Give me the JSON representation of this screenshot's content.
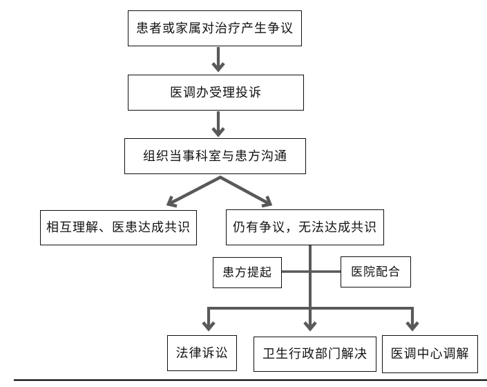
{
  "diagram": {
    "type": "flowchart",
    "nodes": {
      "n1": {
        "label": "患者或家属对治疗产生争议"
      },
      "n2": {
        "label": "医调办受理投诉"
      },
      "n3": {
        "label": "组织当事科室与患方沟通"
      },
      "n4": {
        "label": "相互理解、医患达成共识"
      },
      "n5": {
        "label": "仍有争议，无法达成共识"
      },
      "n6": {
        "label": "患方提起"
      },
      "n7": {
        "label": "医院配合"
      },
      "n8": {
        "label": "法律诉讼"
      },
      "n9": {
        "label": "卫生行政部门解决"
      },
      "n10": {
        "label": "医调中心调解"
      }
    },
    "edges": [
      {
        "from": "n1",
        "to": "n2",
        "style": "arrow"
      },
      {
        "from": "n2",
        "to": "n3",
        "style": "arrow"
      },
      {
        "from": "n3",
        "to": "n4",
        "style": "diagonal-arrow"
      },
      {
        "from": "n3",
        "to": "n5",
        "style": "diagonal-arrow"
      },
      {
        "from": "n5",
        "to": "junction",
        "style": "line"
      },
      {
        "from": "n6",
        "to": "junction",
        "style": "line"
      },
      {
        "from": "n7",
        "to": "junction",
        "style": "line"
      },
      {
        "from": "junction",
        "to": "n8",
        "style": "arrow"
      },
      {
        "from": "junction",
        "to": "n9",
        "style": "arrow"
      },
      {
        "from": "junction",
        "to": "n10",
        "style": "arrow"
      }
    ],
    "colors": {
      "arrow_gray": "#595959",
      "box_border": "#0d0d0d",
      "text": "#111111",
      "background": "#ffffff",
      "bottom_rule": "#0a0a0a"
    }
  }
}
